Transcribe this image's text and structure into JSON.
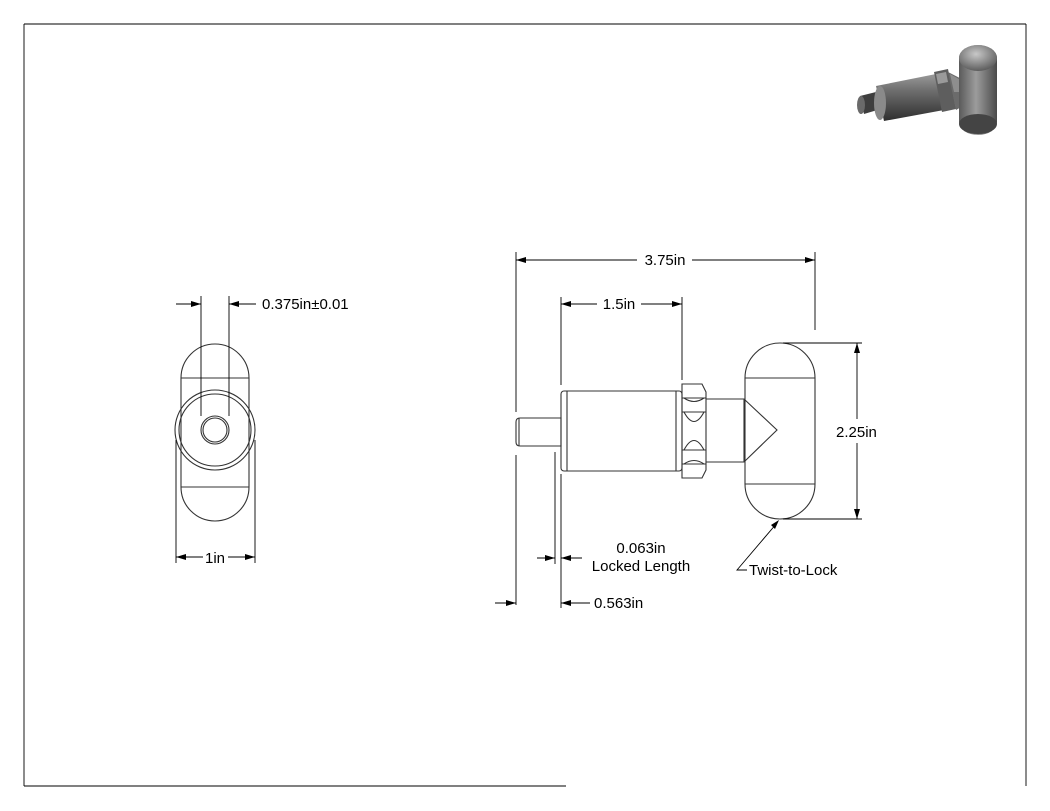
{
  "drawing": {
    "front_view": {
      "diameter_label": "0.375in±0.01",
      "width_label": "1in"
    },
    "side_view": {
      "overall_length_label": "3.75in",
      "body_length_label": "1.5in",
      "handle_height_label": "2.25in",
      "locked_length_value": "0.063in",
      "locked_length_caption": "Locked Length",
      "pin_length_label": "0.563in",
      "twist_to_lock_label": "Twist-to-Lock"
    },
    "iso_view": {
      "icon": "plunger-isometric-icon",
      "colors": {
        "dark": "#4a4a4a",
        "mid": "#7a7a7a",
        "light": "#b5b5b5"
      }
    }
  }
}
